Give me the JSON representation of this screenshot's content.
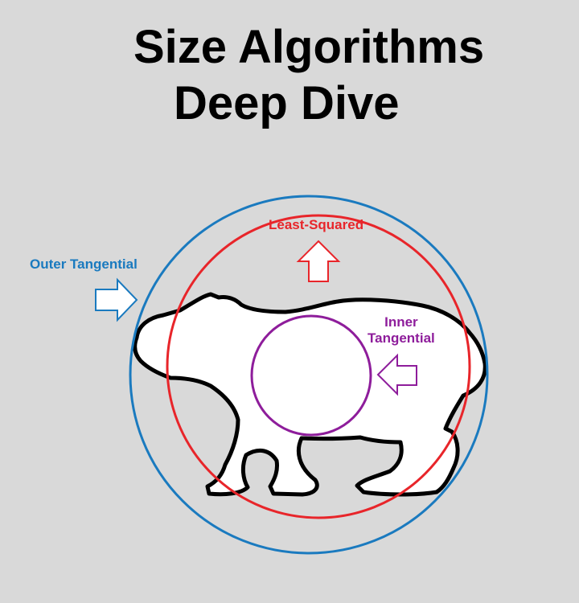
{
  "title": {
    "line1": "Size Algorithms",
    "line2": "Deep Dive"
  },
  "labels": {
    "outer_tangential": "Outer Tangential",
    "least_squared": "Least-Squared",
    "inner_tangential_line1": "Inner",
    "inner_tangential_line2": "Tangential"
  },
  "colors": {
    "background": "#d9d9d9",
    "outer_tangential": "#1a7abf",
    "least_squared": "#e8252a",
    "inner_tangential": "#8e1d9b",
    "animal_fill": "#ffffff",
    "animal_outline": "#000000"
  },
  "icons": {
    "outer_arrow": "arrow-right-icon",
    "least_arrow": "arrow-up-icon",
    "inner_arrow": "arrow-left-icon",
    "animal": "capybara-silhouette"
  }
}
